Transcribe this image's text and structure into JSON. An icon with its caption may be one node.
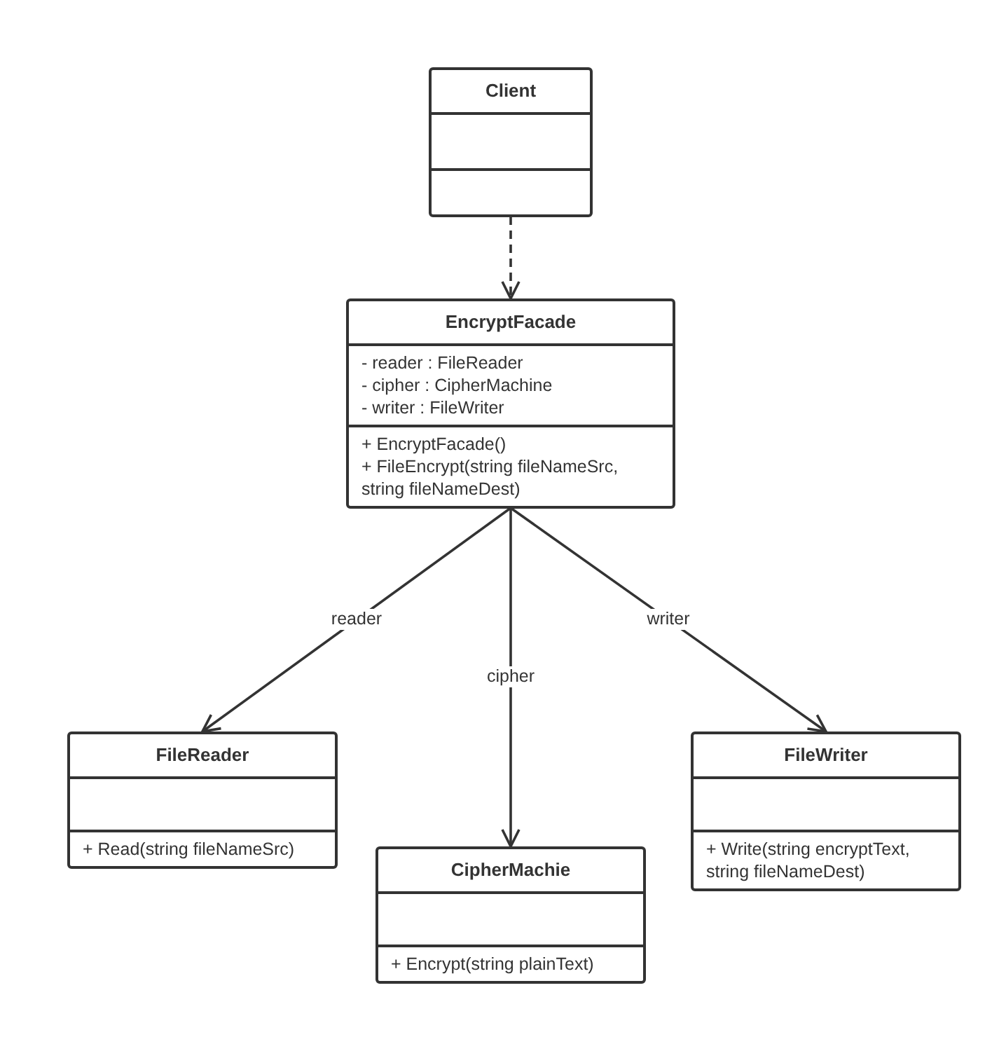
{
  "diagram": {
    "nodes": [
      {
        "text": [
          "Client"
        ]
      },
      {
        "text": [],
        "shape": "box",
        "in": 0
      },
      {
        "text": [],
        "shape": "box",
        "in": 0
      },
      {
        "text": [
          "EncryptFacade"
        ]
      },
      {
        "text": [
          "- reader : FileReader",
          "- cipher : CipherMachine",
          "- writer : FileWriter"
        ],
        "in": 3
      },
      {
        "text": [
          "+ EncryptFacade()",
          "+ FileEncrypt(string fileNameSrc, string fileNameDest)"
        ],
        "in": 3
      },
      {
        "text": [
          "FileReader"
        ]
      },
      {
        "text": [],
        "shape": "box",
        "in": 6
      },
      {
        "text": [
          "+ Read(string fileNameSrc)"
        ],
        "in": 6
      },
      {
        "text": [
          "CipherMachie"
        ]
      },
      {
        "text": [],
        "shape": "box",
        "in": 9
      },
      {
        "text": [
          "+ Encrypt(string plainText)"
        ],
        "in": 9
      },
      {
        "text": [
          "FileWriter"
        ]
      },
      {
        "text": [],
        "shape": "box",
        "in": 12
      },
      {
        "text": [
          "+ Write(string encryptText, string fileNameDest)"
        ],
        "in": 12
      }
    ],
    "edges": [
      {
        "from": 0,
        "to": 3,
        "arrow": "to",
        "style": "dashed"
      },
      {
        "from": 3,
        "to": 6,
        "arrow": "to",
        "label": "reader"
      },
      {
        "from": 3,
        "to": 9,
        "arrow": "to",
        "label": "cipher"
      },
      {
        "from": 3,
        "to": 12,
        "arrow": "to",
        "label": "writer"
      }
    ]
  }
}
